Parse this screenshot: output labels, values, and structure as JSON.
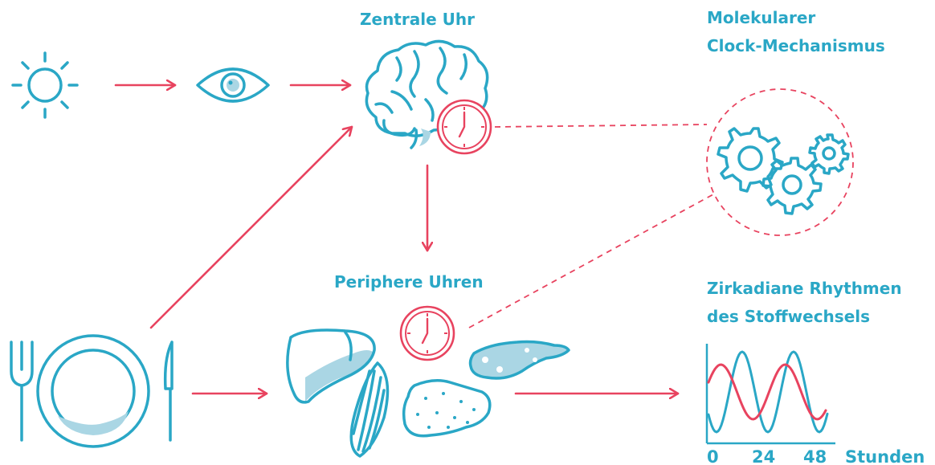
{
  "labels": {
    "central_clock": "Zentrale Uhr",
    "molecular_line1": "Molekularer",
    "molecular_line2": "Clock-Mechanismus",
    "peripheral_clocks": "Periphere Uhren",
    "rhythms_line1": "Zirkadiane Rhythmen",
    "rhythms_line2": "des Stoffwechsels"
  },
  "chart_data": {
    "type": "line",
    "x_ticks": [
      "0",
      "24",
      "48"
    ],
    "x_unit_label": "Stunden",
    "series": [
      {
        "color": "#2aa7c6"
      },
      {
        "color": "#e8435f"
      }
    ]
  },
  "icons": [
    "sun-icon",
    "eye-icon",
    "brain-icon",
    "clock-icon",
    "gears-icon",
    "fork-icon",
    "plate-icon",
    "knife-icon",
    "liver-icon",
    "muscle-icon",
    "fat-tissue-icon",
    "pancreas-icon"
  ],
  "colors": {
    "accent_blue": "#2aa7c6",
    "accent_red": "#e8435f",
    "light_blue": "#aad6e4"
  }
}
